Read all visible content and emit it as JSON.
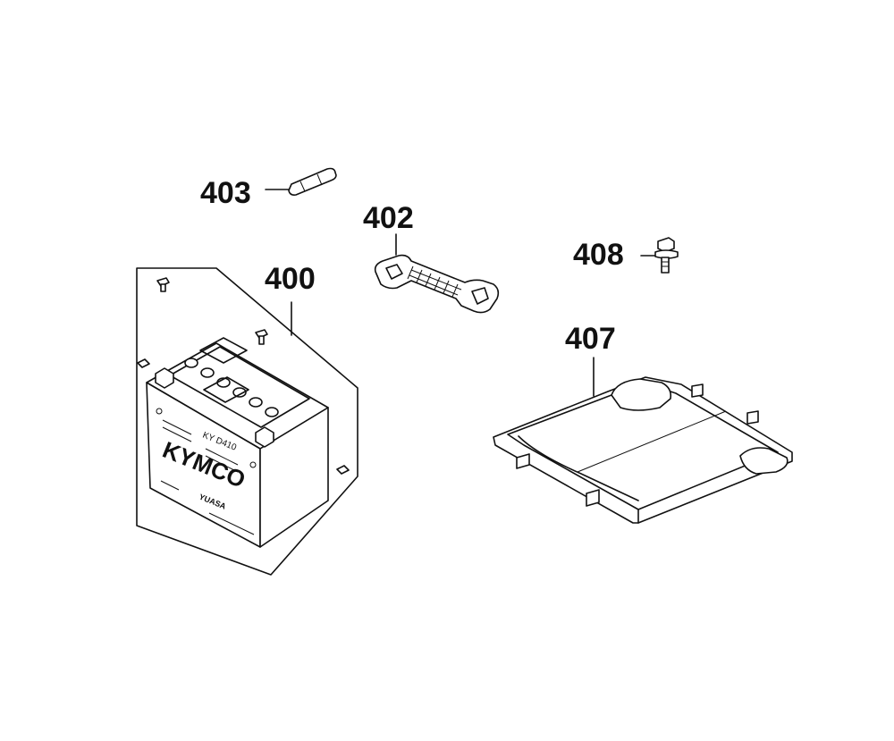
{
  "callouts": {
    "p400": "400",
    "p402": "402",
    "p403": "403",
    "p407": "407",
    "p408": "408"
  },
  "battery": {
    "model": "KY D410",
    "brand": "KYMCO",
    "sub_brand": "YUASA"
  },
  "colors": {
    "line": "#111111",
    "background": "#ffffff"
  }
}
